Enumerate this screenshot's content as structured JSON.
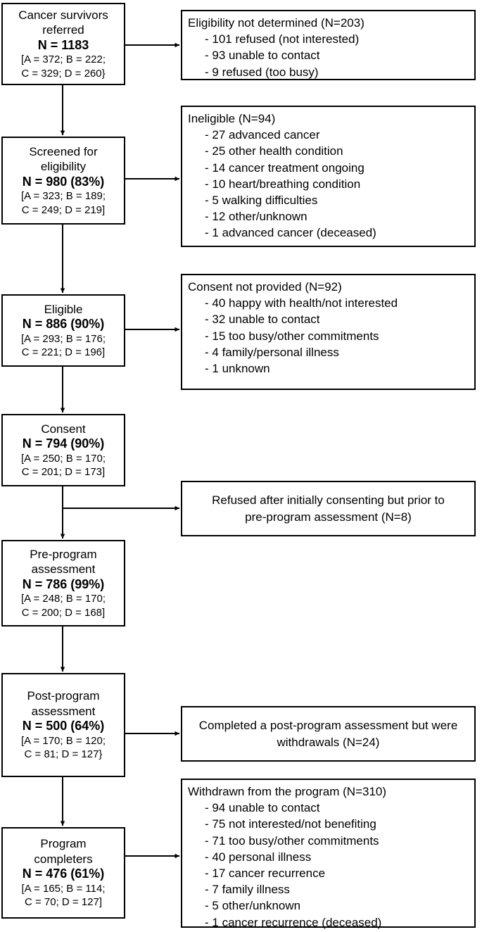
{
  "steps": [
    {
      "title": [
        "Cancer survivors",
        "referred"
      ],
      "count": "N = 1183",
      "breakdown": [
        "[A = 372; B = 222;",
        "C = 329; D = 260}"
      ]
    },
    {
      "title": [
        "Screened for",
        "eligibility"
      ],
      "count": "N = 980 (83%)",
      "breakdown": [
        "[A = 323; B = 189;",
        "C = 249; D = 219]"
      ]
    },
    {
      "title": [
        "Eligible"
      ],
      "count": "N = 886 (90%)",
      "breakdown": [
        "[A = 293; B = 176;",
        "C = 221; D = 196]"
      ]
    },
    {
      "title": [
        "Consent"
      ],
      "count": "N = 794 (90%)",
      "breakdown": [
        "[A = 250; B = 170;",
        "C = 201; D = 173]"
      ]
    },
    {
      "title": [
        "Pre-program",
        "assessment"
      ],
      "count": "N = 786 (99%)",
      "breakdown": [
        "[A = 248; B = 170;",
        "C = 200; D = 168]"
      ]
    },
    {
      "title": [
        "Post-program",
        "assessment"
      ],
      "count": "N = 500 (64%)",
      "breakdown": [
        "[A = 170; B = 120;",
        "C = 81; D = 127}"
      ]
    },
    {
      "title": [
        "Program",
        "completers"
      ],
      "count": "N = 476 (61%)",
      "breakdown": [
        "[A = 165; B = 114;",
        "C = 70; D = 127]"
      ]
    }
  ],
  "exclusions": [
    {
      "heading": "Eligibility not determined (N=203)",
      "items": [
        "101 refused (not interested)",
        "93 unable to contact",
        "9 refused (too busy)"
      ]
    },
    {
      "heading": "Ineligible (N=94)",
      "items": [
        "27 advanced cancer",
        "25 other health condition",
        "14 cancer treatment ongoing",
        "10 heart/breathing condition",
        "5 walking difficulties",
        "12 other/unknown",
        "1 advanced cancer (deceased)"
      ]
    },
    {
      "heading": "Consent not provided (N=92)",
      "items": [
        "40 happy with health/not interested",
        "32 unable to contact",
        "15 too busy/other commitments",
        "4 family/personal illness",
        "1 unknown"
      ]
    },
    {
      "heading": "",
      "text": [
        "Refused after initially consenting but prior to",
        "pre-program assessment (N=8)"
      ]
    },
    {
      "heading": "",
      "text": [
        "Completed a post-program assessment but were",
        "withdrawals (N=24)"
      ]
    },
    {
      "heading": "Withdrawn from the program (N=310)",
      "items": [
        "94 unable to contact",
        "75 not interested/not benefiting",
        "71 too busy/other commitments",
        "40 personal illness",
        "17 cancer recurrence",
        "7 family illness",
        "5 other/unknown",
        "1 cancer recurrence (deceased)"
      ]
    }
  ]
}
